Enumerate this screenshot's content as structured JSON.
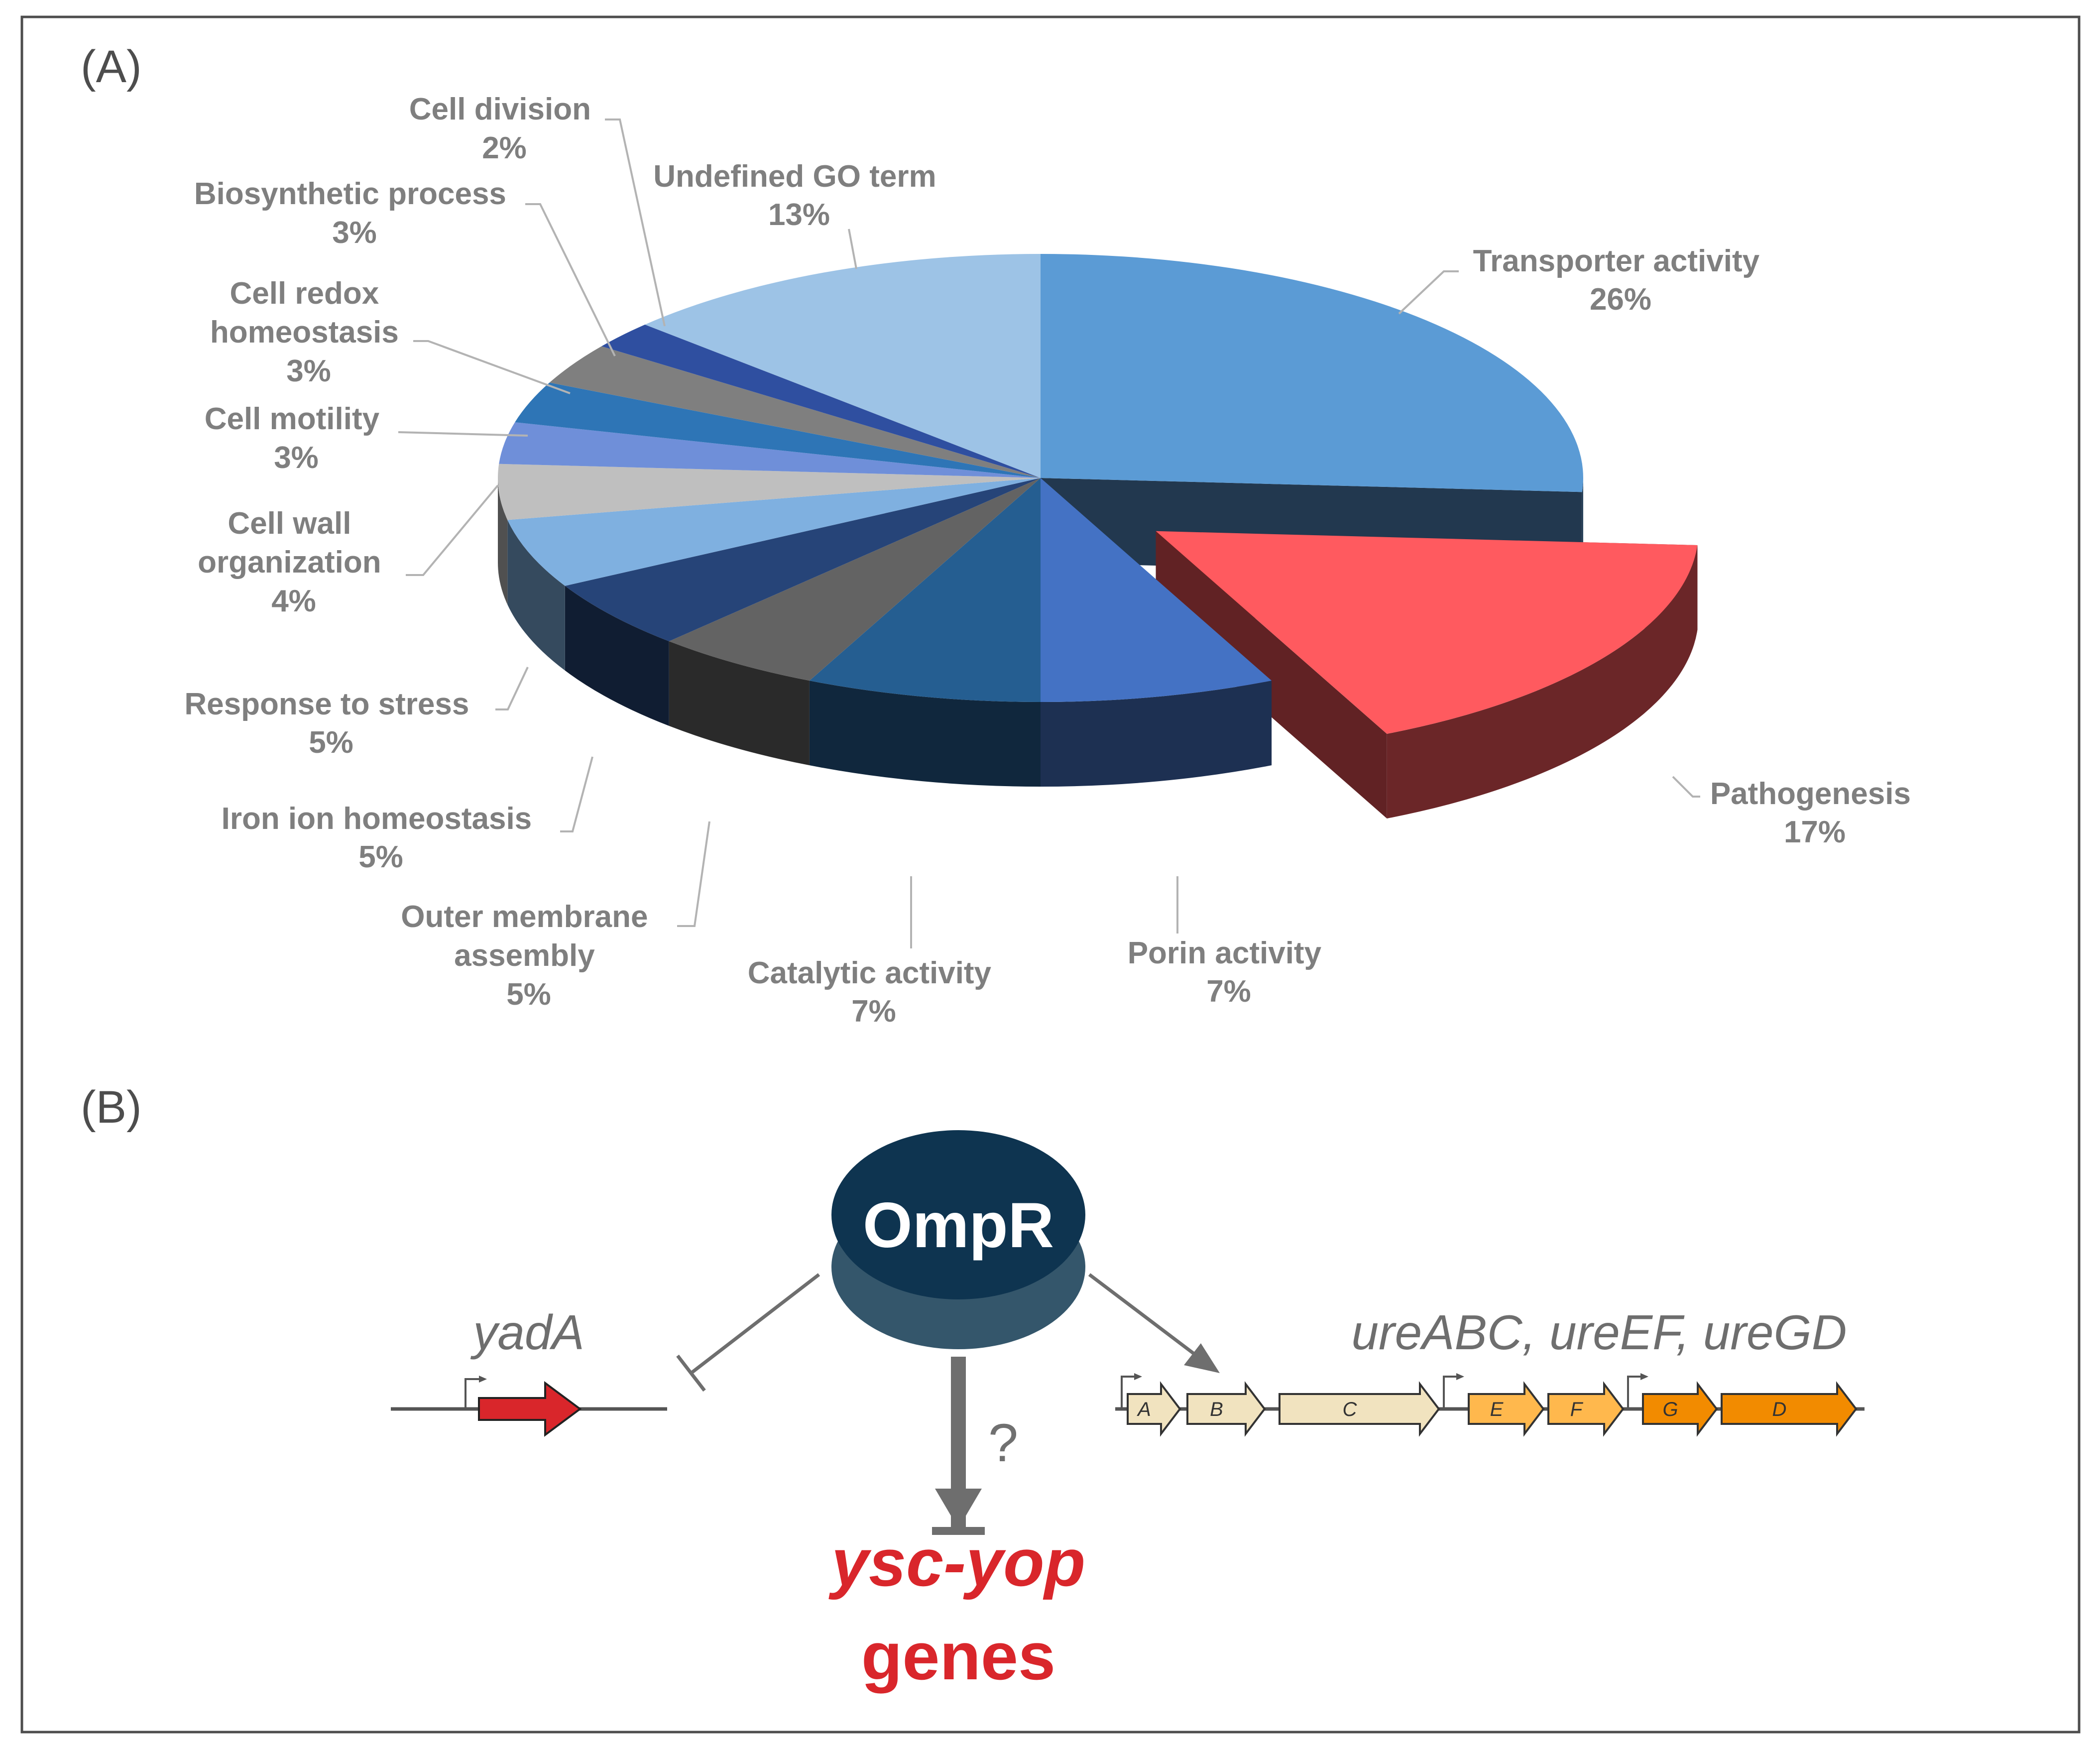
{
  "panel_a": {
    "label": "(A)",
    "chart_data": {
      "type": "pie",
      "slices": [
        {
          "label": "Transporter activity",
          "value": 26,
          "value_text": "26%",
          "color": "#5b9bd5"
        },
        {
          "label": "Pathogenesis",
          "value": 17,
          "value_text": "17%",
          "color": "#ff5a5f",
          "exploded": true
        },
        {
          "label": "Porin activity",
          "value": 7,
          "value_text": "7%",
          "color": "#4472c4"
        },
        {
          "label": "Catalytic activity",
          "value": 7,
          "value_text": "7%",
          "color": "#255e91"
        },
        {
          "label": "Outer membrane assembly",
          "value": 5,
          "value_text": "5%",
          "color": "#636363"
        },
        {
          "label": "Iron ion homeostasis",
          "value": 5,
          "value_text": "5%",
          "color": "#264478"
        },
        {
          "label": "Response to stress",
          "value": 5,
          "value_text": "5%",
          "color": "#7fb0e0"
        },
        {
          "label": "Cell wall organization",
          "value": 4,
          "value_text": "4%",
          "color": "#bfbfbf"
        },
        {
          "label": "Cell motility",
          "value": 3,
          "value_text": "3%",
          "color": "#6f8fd9"
        },
        {
          "label": "Cell redox homeostasis",
          "value": 3,
          "value_text": "3%",
          "color": "#2e75b6"
        },
        {
          "label": "Biosynthetic process",
          "value": 3,
          "value_text": "3%",
          "color": "#7f7f7f"
        },
        {
          "label": "Cell division",
          "value": 2,
          "value_text": "2%",
          "color": "#2f4fa0"
        },
        {
          "label": "Undefined GO term",
          "value": 13,
          "value_text": "13%",
          "color": "#9dc3e6"
        }
      ],
      "legend": "none"
    },
    "label_lines": {
      "transporter": [
        "Transporter activity",
        "26%"
      ],
      "pathogenesis": [
        "Pathogenesis",
        "17%"
      ],
      "porin": [
        "Porin activity",
        "7%"
      ],
      "catalytic": [
        "Catalytic activity",
        "7%"
      ],
      "outer_membrane": [
        "Outer membrane",
        "assembly",
        "5%"
      ],
      "iron": [
        "Iron ion homeostasis",
        "5%"
      ],
      "stress": [
        "Response to stress",
        "5%"
      ],
      "cell_wall": [
        "Cell wall",
        "organization",
        "4%"
      ],
      "motility": [
        "Cell motility",
        "3%"
      ],
      "redox": [
        "Cell redox",
        "homeostasis",
        "3%"
      ],
      "biosynthetic": [
        "Biosynthetic process",
        "3%"
      ],
      "division": [
        "Cell division",
        "2%"
      ],
      "undefined": [
        "Undefined GO term",
        "13%"
      ]
    }
  },
  "panel_b": {
    "label": "(B)",
    "regulator": "OmpR",
    "repressed_gene": "yadA",
    "activated_genes": "ureABC, ureEF, ureGD",
    "uncertain_mark": "?",
    "target_line1": "ysc-yop",
    "target_line2": "genes",
    "operon_letters": [
      "A",
      "B",
      "C",
      "E",
      "F",
      "G",
      "D"
    ],
    "colors": {
      "regulator_top": "#0e3450",
      "regulator_bottom": "#34566b",
      "yadA_gene": "#d9262b",
      "ureABC_gene": "#f1e3bf",
      "ureEF_gene": "#ffb84d",
      "ureGD_gene": "#f28b00",
      "target_text": "#d9262b"
    }
  }
}
